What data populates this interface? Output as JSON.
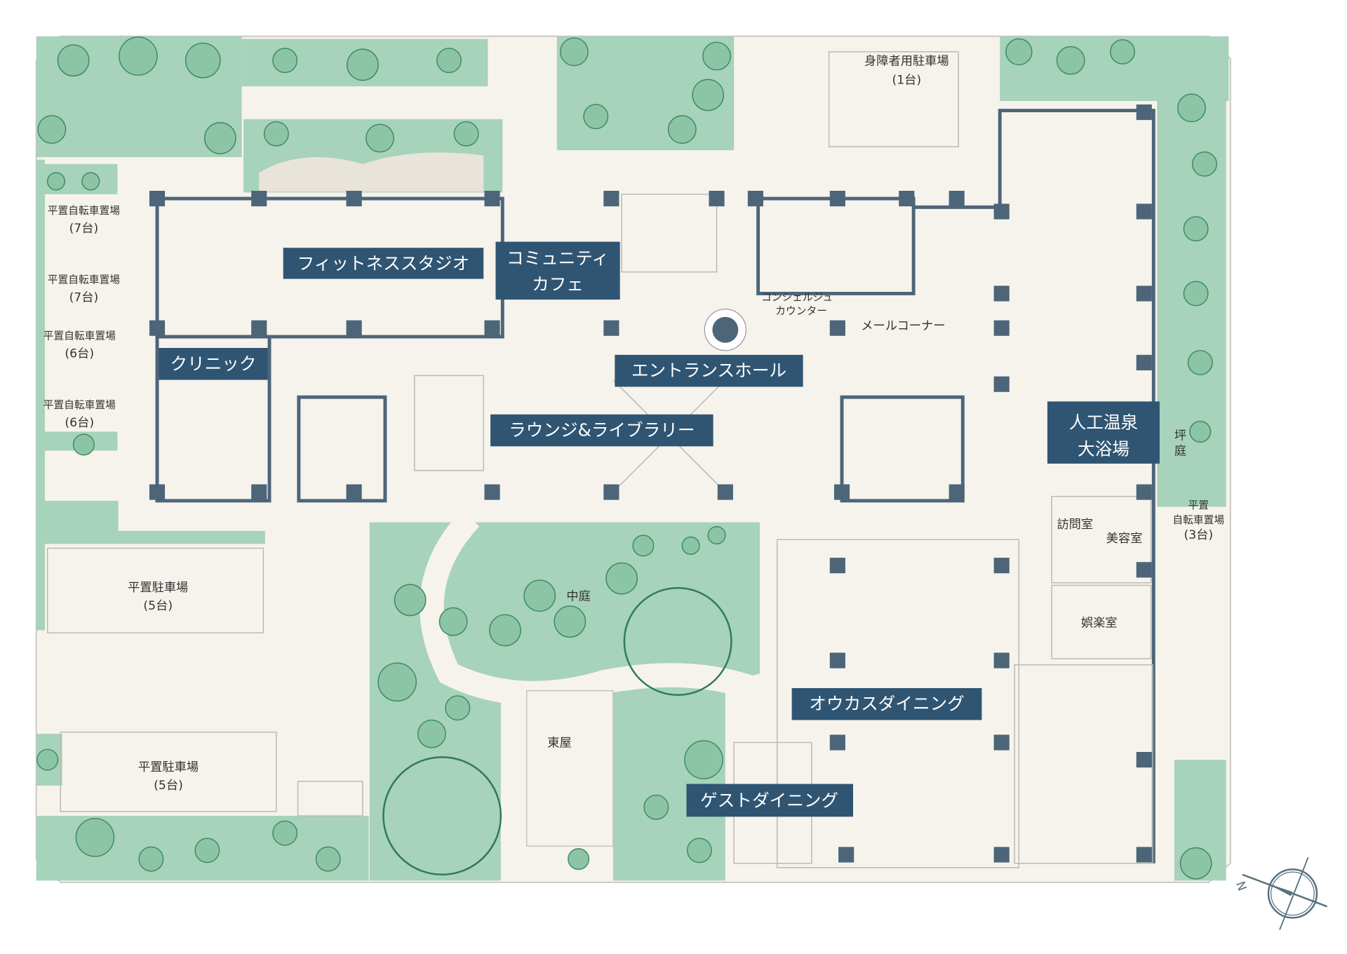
{
  "colors": {
    "label_box": "#2f5573",
    "landscape": "#a7d2bb",
    "floor": "#f6f3ec",
    "wall": "#4d6579"
  },
  "rooms": {
    "fitness": "フィットネススタジオ",
    "cafe_1": "コミュニティ",
    "cafe_2": "カフェ",
    "clinic": "クリニック",
    "entrance": "エントランスホール",
    "lounge": "ラウンジ&ライブラリー",
    "bath_1": "人工温泉",
    "bath_2": "大浴場",
    "dining": "オウカスダイニング",
    "guest_dining": "ゲストダイニング",
    "concierge_1": "コンシェルジュ",
    "concierge_2": "カウンター",
    "mail": "メールコーナー",
    "visit": "訪問室",
    "beauty": "美容室",
    "recreation": "娯楽室",
    "courtyard": "中庭",
    "gazebo": "東屋",
    "tsuboniwa_1": "坪",
    "tsuboniwa_2": "庭"
  },
  "parking": {
    "accessible": {
      "name": "身障者用駐車場",
      "count": "(1台)"
    },
    "bike_1": {
      "name": "平置自転車置場",
      "count": "(7台)"
    },
    "bike_2": {
      "name": "平置自転車置場",
      "count": "(7台)"
    },
    "bike_3": {
      "name": "平置自転車置場",
      "count": "(6台)"
    },
    "bike_4": {
      "name": "平置自転車置場",
      "count": "(6台)"
    },
    "car_1": {
      "name": "平置駐車場",
      "count": "(5台)"
    },
    "car_2": {
      "name": "平置駐車場",
      "count": "(5台)"
    },
    "bike_east": {
      "name_1": "平置",
      "name_2": "自転車置場",
      "count": "(3台)"
    }
  },
  "compass": {
    "label": "N",
    "icon": "north-arrow-icon"
  }
}
